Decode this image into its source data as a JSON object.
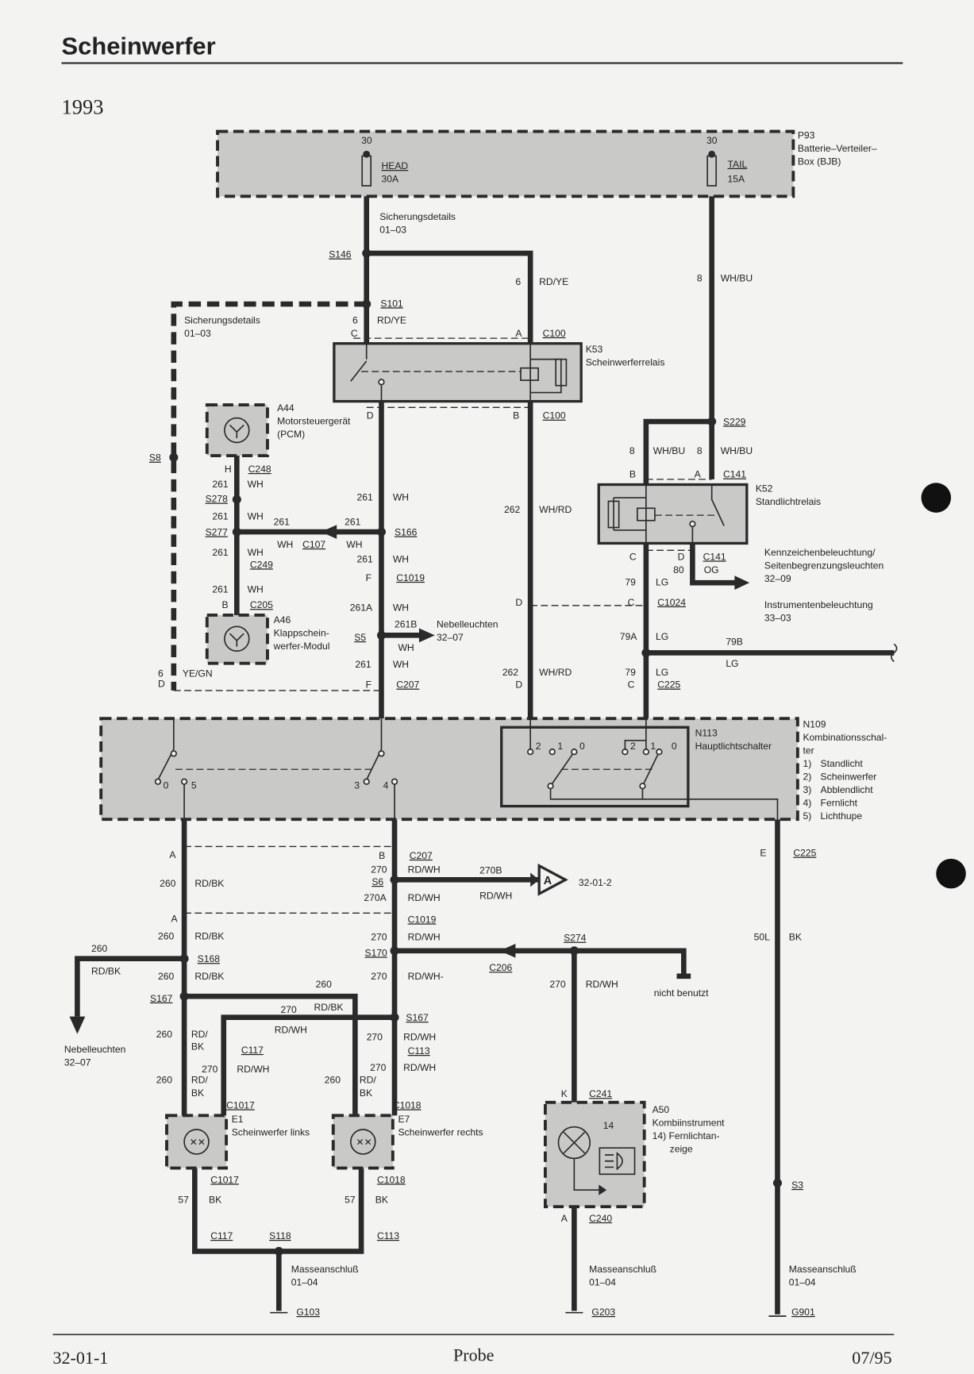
{
  "header": {
    "title": "Scheinwerfer",
    "year": "1993"
  },
  "footer": {
    "page": "32-01-1",
    "model": "Probe",
    "date": "07/95"
  },
  "colors": {
    "wire": "#2a2a2a",
    "module_fill": "#c9c9c7",
    "paper": "#f3f3f1"
  },
  "p93": [
    "30",
    "HEAD",
    "30A",
    "30",
    "TAIL",
    "15A",
    "P93",
    "Batterie–Verteiler–",
    "Box (BJB)",
    "Sicherungsdetails",
    "01–03"
  ],
  "k53": [
    "S146",
    "6",
    "RD/YE",
    "S101",
    "6",
    "RD/YE",
    "C",
    "A",
    "C100",
    "K53",
    "Scheinwerferrelais",
    "D",
    "B",
    "C100",
    "Sicherungsdetails",
    "01–03",
    "S8",
    "6",
    "D",
    "YE/GN"
  ],
  "pcm": [
    "A44",
    "Motorsteuergerät",
    "(PCM)",
    "H",
    "C248",
    "261",
    "WH",
    "S278",
    "261",
    "WH",
    "S277",
    "261",
    "WH",
    "C249",
    "261",
    "WH",
    "B",
    "C205",
    "A46",
    "Klappschein-",
    "werfer-Modul",
    "261",
    "WH",
    "C107",
    "261",
    "WH"
  ],
  "center": [
    "261",
    "WH",
    "S166",
    "261",
    "WH",
    "F",
    "C1019",
    "261A",
    "WH",
    "261B",
    "Nebelleuchten",
    "32–07",
    "S5",
    "WH",
    "261",
    "WH",
    "F",
    "C207",
    "262",
    "WH/RD",
    "D",
    "262",
    "WH/RD",
    "D"
  ],
  "right": [
    "8",
    "WH/BU",
    "S229",
    "8",
    "WH/BU",
    "8",
    "WH/BU",
    "B",
    "A",
    "C141",
    "K52",
    "Standlichtrelais",
    "C",
    "D",
    "C141",
    "80",
    "OG",
    "Kennzeichenbeleuchtung/",
    "Seitenbegrenzungsleuchten",
    "32–09",
    "79",
    "LG",
    "C",
    "C1024",
    "Instrumentenbeleuchtung",
    "33–03",
    "79A",
    "LG",
    "79B",
    "LG",
    "79",
    "LG",
    "C",
    "C225"
  ],
  "n109": {
    "id": "N109",
    "name_1": "Kombinationsschal-",
    "name_2": "ter",
    "n113": "N113",
    "n113_name": "Hauptlichtschalter",
    "legend": [
      [
        "1)",
        "Standlicht"
      ],
      [
        "2)",
        "Scheinwerfer"
      ],
      [
        "3)",
        "Abblendlicht"
      ],
      [
        "4)",
        "Fernlicht"
      ],
      [
        "5)",
        "Lichthupe"
      ]
    ],
    "pins": [
      "0",
      "5",
      "3",
      "4",
      "2",
      "1",
      "0",
      "2",
      "1",
      "0"
    ]
  },
  "lower_left": [
    "A",
    "260",
    "RD/BK",
    "A",
    "260",
    "RD/BK",
    "260",
    "RD/BK",
    "S168",
    "260",
    "RD/BK",
    "S167",
    "260",
    "RD/BK",
    "Nebelleuchten",
    "32–07",
    "260",
    "RD/",
    "BK",
    "C117",
    "270",
    "RD/WH",
    "260",
    "RD/",
    "BK",
    "C1017",
    "270",
    "RD/WH",
    "260",
    "RD/",
    "BK",
    "C1018",
    "270",
    "RD/WH",
    "E1",
    "Scheinwerfer links",
    "E7",
    "Scheinwerfer rechts",
    "C1017",
    "57",
    "BK",
    "C1018",
    "57",
    "BK",
    "C117",
    "S118",
    "C113",
    "Masseanschluß",
    "01–04",
    "G103"
  ],
  "lower_center": [
    "B",
    "C207",
    "270",
    "RD/WH",
    "S6",
    "270B",
    "RD/WH",
    "A",
    "32-01-2",
    "270A",
    "RD/WH",
    "C1019",
    "270",
    "RD/WH",
    "S170",
    "S274",
    "C206",
    "nicht benutzt",
    "270",
    "RD/WH-",
    "S167",
    "270",
    "RD/WH",
    "C113",
    "270",
    "RD/WH",
    "K",
    "C241",
    "A50",
    "Kombiinstrument",
    "14) Fernlichtan-",
    "zeige",
    "14",
    "A",
    "C240",
    "Masseanschluß",
    "01–04",
    "G203"
  ],
  "lower_right": [
    "E",
    "C225",
    "50L",
    "BK",
    "S3",
    "Masseanschluß",
    "01–04",
    "G901"
  ]
}
